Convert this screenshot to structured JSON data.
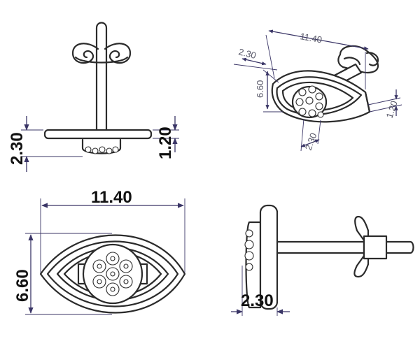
{
  "dimensions": {
    "front_view": {
      "width": "11.40",
      "height": "6.60"
    },
    "side_view_top": {
      "depth": "2.30",
      "plate_thickness": "1.20"
    },
    "side_view_bottom": {
      "depth": "2.30"
    },
    "iso_view": {
      "width": "11.40",
      "height": "6.60",
      "depth_top": "2.30",
      "plate_thickness": "1.20",
      "depth_bottom": "2.30"
    }
  },
  "colors": {
    "outline": "#2b2b2b",
    "dimension_line": "#3a3566"
  }
}
